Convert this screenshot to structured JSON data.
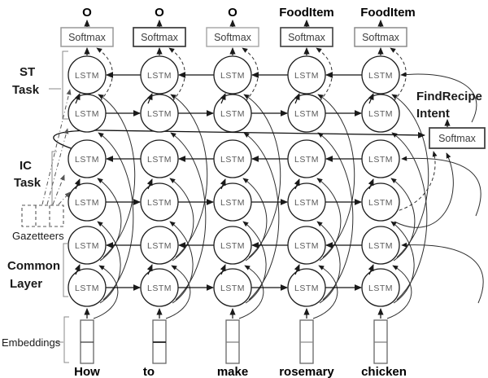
{
  "diagram": {
    "node_label": "LSTM",
    "softmax_label": "Softmax",
    "columns": [
      {
        "word": "How",
        "tag": "O"
      },
      {
        "word": "to",
        "tag": "O"
      },
      {
        "word": "make",
        "tag": "O"
      },
      {
        "word": "rosemary",
        "tag": "FoodItem"
      },
      {
        "word": "chicken",
        "tag": "FoodItem"
      }
    ],
    "intent": {
      "line1": "FindRecipe",
      "line2": "Intent",
      "softmax_label": "Softmax"
    },
    "left_labels": {
      "st_line1": "ST",
      "st_line2": "Task",
      "ic_line1": "IC",
      "ic_line2": "Task",
      "gazetteers": "Gazetteers",
      "common_line1": "Common",
      "common_line2": "Layer",
      "embeddings": "Embeddings"
    },
    "colors": {
      "ink": "#111111",
      "gray": "#555555",
      "box_dark": "#444444",
      "box_light": "#999999"
    }
  }
}
